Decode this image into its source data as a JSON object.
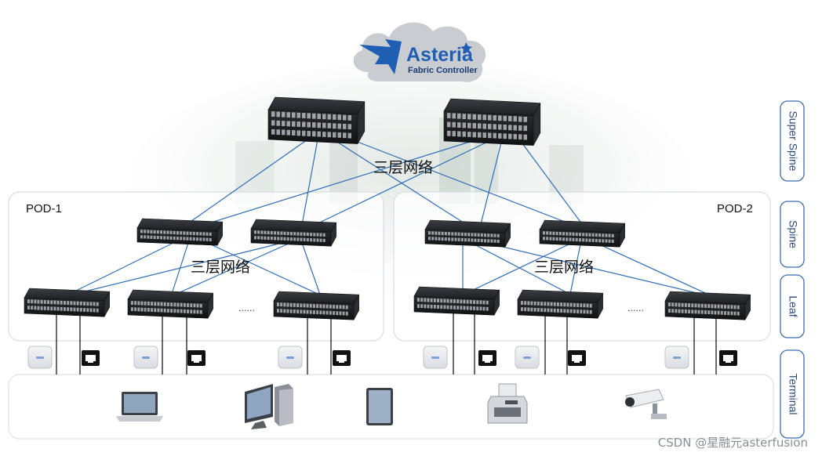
{
  "logo": {
    "name": "Asteria",
    "subtitle": "Fabric Controller"
  },
  "tiers": [
    "Super Spine",
    "Spine",
    "Leaf",
    "Terminal"
  ],
  "pods": [
    "POD-1",
    "POD-2"
  ],
  "network_labels": [
    "三层网络",
    "三层网络",
    "三层网络"
  ],
  "ellipsis": "......",
  "watermark": "CSDN @星融元asterfusion",
  "colors": {
    "link": "#2f6db5",
    "tier_border": "#3d6fb0",
    "pod_border": "#d8dde3",
    "logo_blue": "#1f5fb3"
  },
  "icons": {
    "access_point": "wifi-ap-icon",
    "ethernet_port": "ethernet-port-icon",
    "terminals": [
      "laptop-icon",
      "desktop-computer-icon",
      "tablet-icon",
      "printer-icon",
      "security-camera-icon"
    ]
  }
}
